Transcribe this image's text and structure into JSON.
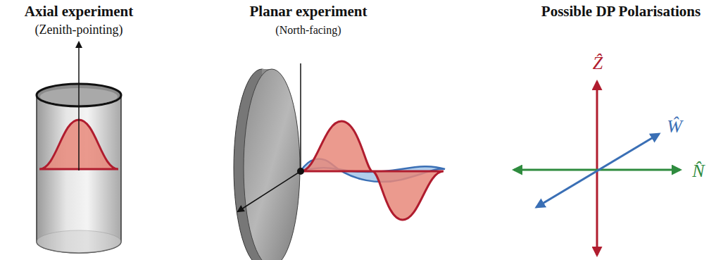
{
  "diagram": {
    "labels": [
      "Axial experiment",
      "(Zenith-pointing)",
      "Planar experiment",
      "(North-facing)",
      "Possible DP Polarisations",
      "Ẑ",
      "Ŵ",
      "N̂"
    ]
  }
}
